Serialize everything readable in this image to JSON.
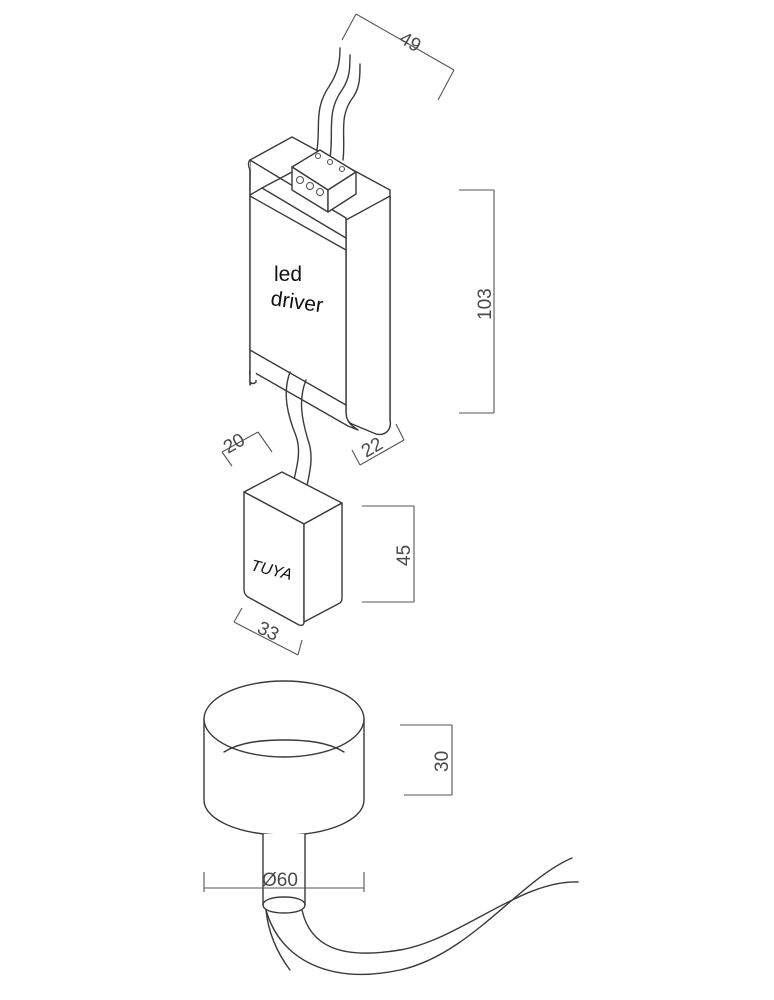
{
  "labels": {
    "driver_line1": "led",
    "driver_line2": "driver",
    "module": "TUYA"
  },
  "dimensions": {
    "cable_spread": "49",
    "driver_height": "103",
    "driver_depth": "22",
    "module_depth": "20",
    "module_height": "45",
    "module_width": "33",
    "cup_height": "30",
    "cup_diameter": "Ø60"
  }
}
